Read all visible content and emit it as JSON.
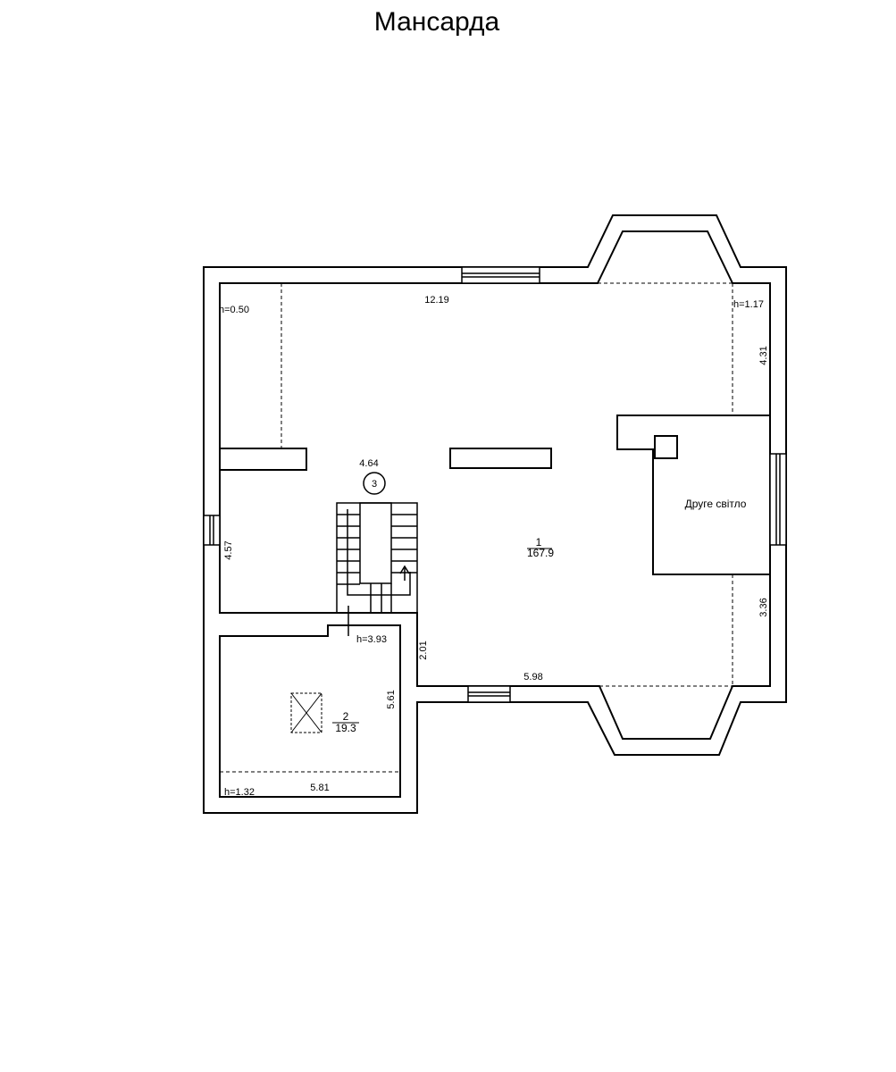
{
  "title": "Мансарда",
  "dimensions": {
    "top_width": "12.19",
    "right_upper": "4.31",
    "right_lower": "3.36",
    "left_wall": "4.57",
    "center_small": "4.64",
    "stair_side": "2.01",
    "bottom_main": "5.98",
    "room2_side": "5.61",
    "room2_bottom": "5.81"
  },
  "heights": {
    "top_left": "h=0.50",
    "top_right": "h=1.17",
    "stairs": "h=3.93",
    "room2": "h=1.32"
  },
  "rooms": {
    "main": {
      "number": "1",
      "area": "167.9"
    },
    "room2": {
      "number": "2",
      "area": "19.3"
    }
  },
  "stair_marker": "3",
  "void_label": "Друге світло"
}
